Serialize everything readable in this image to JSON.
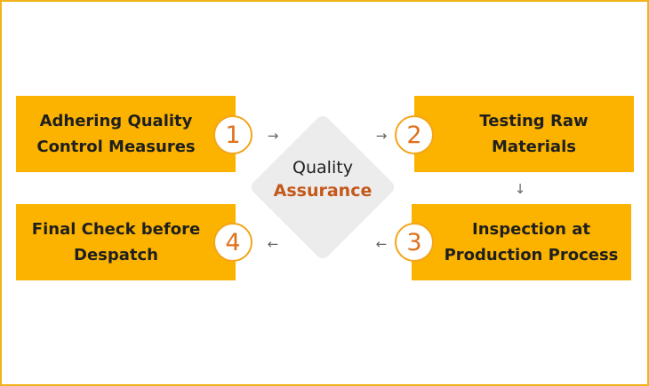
{
  "center": {
    "title": "Quality",
    "subtitle": "Assurance"
  },
  "steps": [
    {
      "number": "1",
      "line1": "Adhering Quality",
      "line2": "Control Measures"
    },
    {
      "number": "2",
      "line1": "Testing Raw",
      "line2": "Materials"
    },
    {
      "number": "3",
      "line1": "Inspection at",
      "line2": "Production Process"
    },
    {
      "number": "4",
      "line1": "Final Check before",
      "line2": "Despatch"
    }
  ],
  "arrows": {
    "right": "→",
    "down": "↓",
    "left": "←"
  },
  "colors": {
    "box": "#fbb300",
    "border": "#f2b21a",
    "accent": "#e0711c",
    "diamond": "#ececec"
  }
}
